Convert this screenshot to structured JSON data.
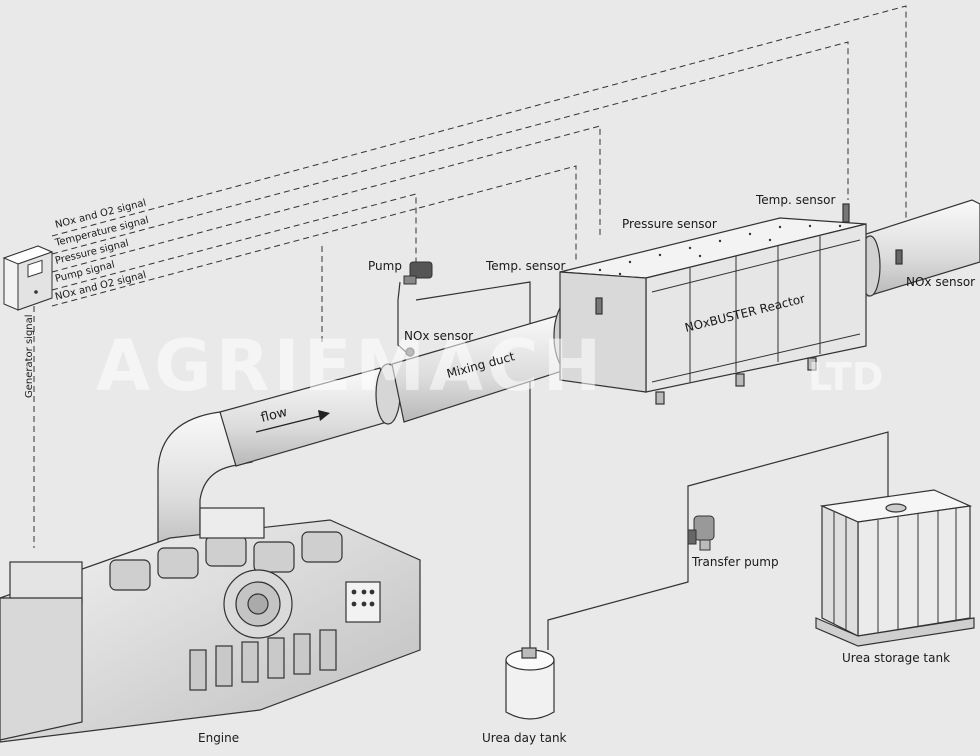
{
  "watermark": {
    "main": "AGRIEMACH",
    "suffix": "LTD"
  },
  "signals": {
    "nox_o2_top": "NOx and O2 signal",
    "temperature": "Temperature signal",
    "pressure": "Pressure signal",
    "pump": "Pump signal",
    "nox_o2_bottom": "NOx and O2 signal",
    "generator": "Generator signal"
  },
  "labels": {
    "pump": "Pump",
    "temp_sensor_inlet": "Temp. sensor",
    "pressure_sensor": "Pressure sensor",
    "temp_sensor_top": "Temp. sensor",
    "nox_sensor_outlet": "NOx sensor",
    "nox_sensor_duct": "NOx sensor",
    "mixing_duct": "Mixing duct",
    "flow": "flow",
    "reactor": "NOxBUSTER Reactor",
    "transfer_pump": "Transfer pump",
    "storage_tank": "Urea storage tank",
    "day_tank": "Urea day tank",
    "engine": "Engine"
  }
}
